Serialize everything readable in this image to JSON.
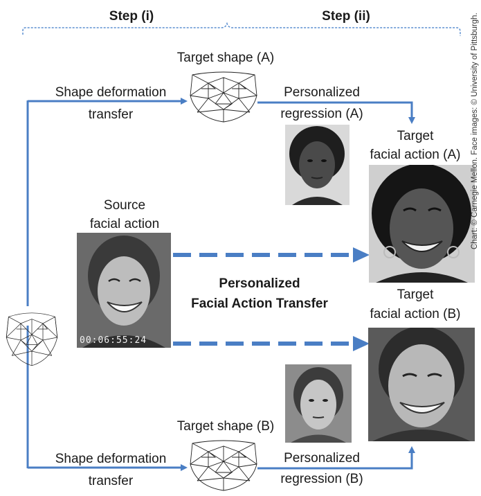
{
  "steps": {
    "step1": "Step (i)",
    "step2": "Step (ii)"
  },
  "labels": {
    "target_shape_a": "Target shape (A)",
    "target_shape_b": "Target shape (B)",
    "shape_transfer_top_1": "Shape deformation",
    "shape_transfer_top_2": "transfer",
    "shape_transfer_bottom_1": "Shape deformation",
    "shape_transfer_bottom_2": "transfer",
    "regression_a_1": "Personalized",
    "regression_a_2": "regression (A)",
    "regression_b_1": "Personalized",
    "regression_b_2": "regression (B)",
    "target_action_a_1": "Target",
    "target_action_a_2": "facial action (A)",
    "target_action_b_1": "Target",
    "target_action_b_2": "facial action (B)",
    "source_action_1": "Source",
    "source_action_2": "facial action",
    "center_title_1": "Personalized",
    "center_title_2": "Facial Action Transfer"
  },
  "photo_timestamp": "00:06:55:24",
  "credit": "Chart: © Carnegie Mellon. Face images: © University of Pittsburgh.",
  "colors": {
    "arrow": "#4a7ec4",
    "bracket": "#5b8fd0",
    "mesh": "#222222"
  }
}
